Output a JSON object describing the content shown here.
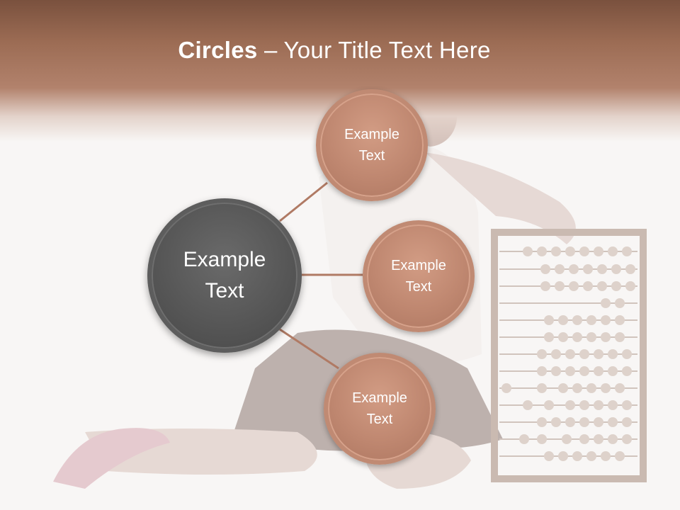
{
  "slide": {
    "title_bold": "Circles",
    "title_rest": " – Your Title Text Here"
  },
  "diagram": {
    "center": {
      "label_line1": "Example",
      "label_line2": "Text"
    },
    "nodes": [
      {
        "label_line1": "Example",
        "label_line2": "Text"
      },
      {
        "label_line1": "Example",
        "label_line2": "Text"
      },
      {
        "label_line1": "Example",
        "label_line2": "Text"
      }
    ],
    "colors": {
      "center_fill": "#555555",
      "node_fill": "#bf8770",
      "connector": "#b07a64",
      "header": "#8a5c47"
    }
  }
}
